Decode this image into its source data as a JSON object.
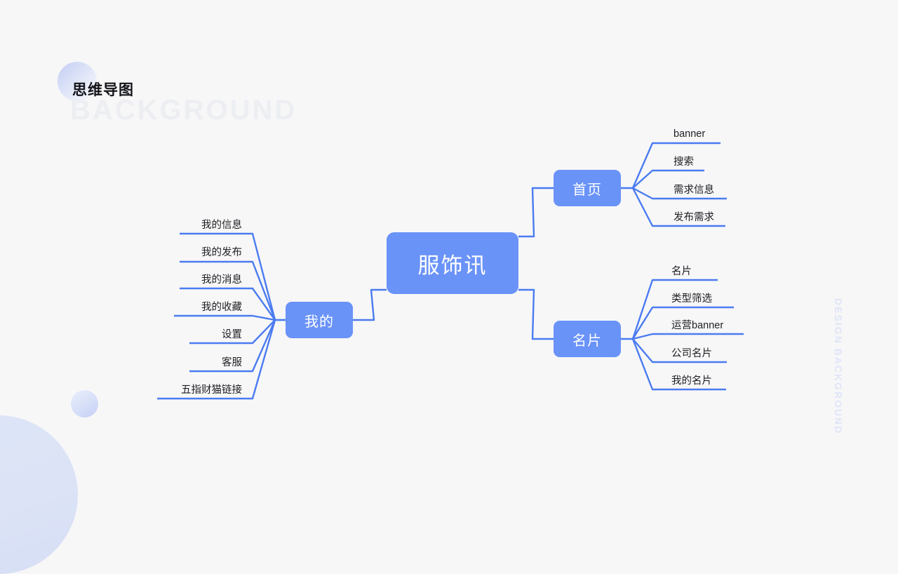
{
  "page": {
    "title": "思维导图",
    "watermark": "BACKGROUND",
    "side_watermark": "DESIGN BACKGROUND",
    "background_color": "#f7f7f8",
    "node_color": "#6a93f8",
    "line_color": "#4a7bf0",
    "node_text_color": "#ffffff",
    "leaf_text_color": "#1d1e22"
  },
  "mindmap": {
    "type": "mindmap",
    "root": {
      "label": "服饰讯"
    },
    "branches": [
      {
        "label": "首页",
        "side": "right",
        "children": [
          {
            "label": "banner"
          },
          {
            "label": "搜索"
          },
          {
            "label": "需求信息"
          },
          {
            "label": "发布需求"
          }
        ]
      },
      {
        "label": "名片",
        "side": "right",
        "children": [
          {
            "label": "名片"
          },
          {
            "label": "类型筛选"
          },
          {
            "label": "运营banner"
          },
          {
            "label": "公司名片"
          },
          {
            "label": "我的名片"
          }
        ]
      },
      {
        "label": "我的",
        "side": "left",
        "children": [
          {
            "label": "我的信息"
          },
          {
            "label": "我的发布"
          },
          {
            "label": "我的消息"
          },
          {
            "label": "我的收藏"
          },
          {
            "label": "设置"
          },
          {
            "label": "客服"
          },
          {
            "label": "五指财猫链接"
          }
        ]
      }
    ]
  }
}
